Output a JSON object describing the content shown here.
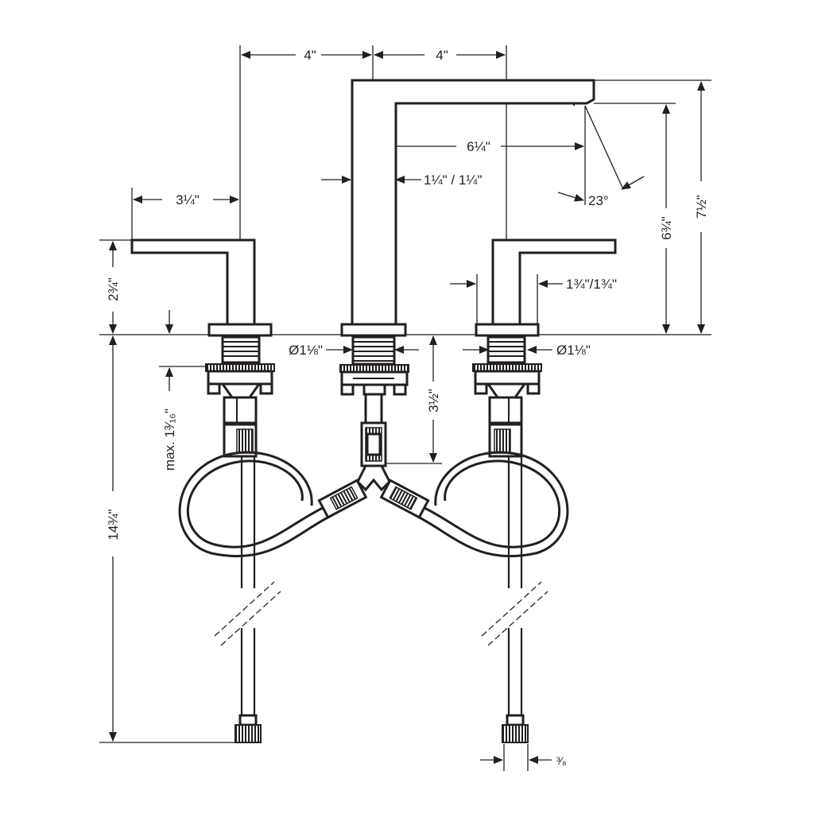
{
  "dimensions": {
    "left_spacing": "4\"",
    "right_spacing": "4\"",
    "spout_reach": "6¼\"",
    "spout_profile": "1¼\" / 1¼\"",
    "spray_angle": "23°",
    "handle_length": "3¼\"",
    "handle_height": "2¾\"",
    "handle_profile": "1¾\"/1¾\"",
    "spout_outlet_height": "6¾\"",
    "overall_height": "7½\"",
    "left_hole": "Ø1⅛\"",
    "right_hole": "Ø1⅛\"",
    "spout_shank_length": "3½\"",
    "deck_thickness": "max. 1³⁄₁₆\"",
    "supply_length": "14¾\"",
    "connection_size": "³⁄₈"
  },
  "colors": {
    "line": "#231f20",
    "background": "#ffffff"
  }
}
